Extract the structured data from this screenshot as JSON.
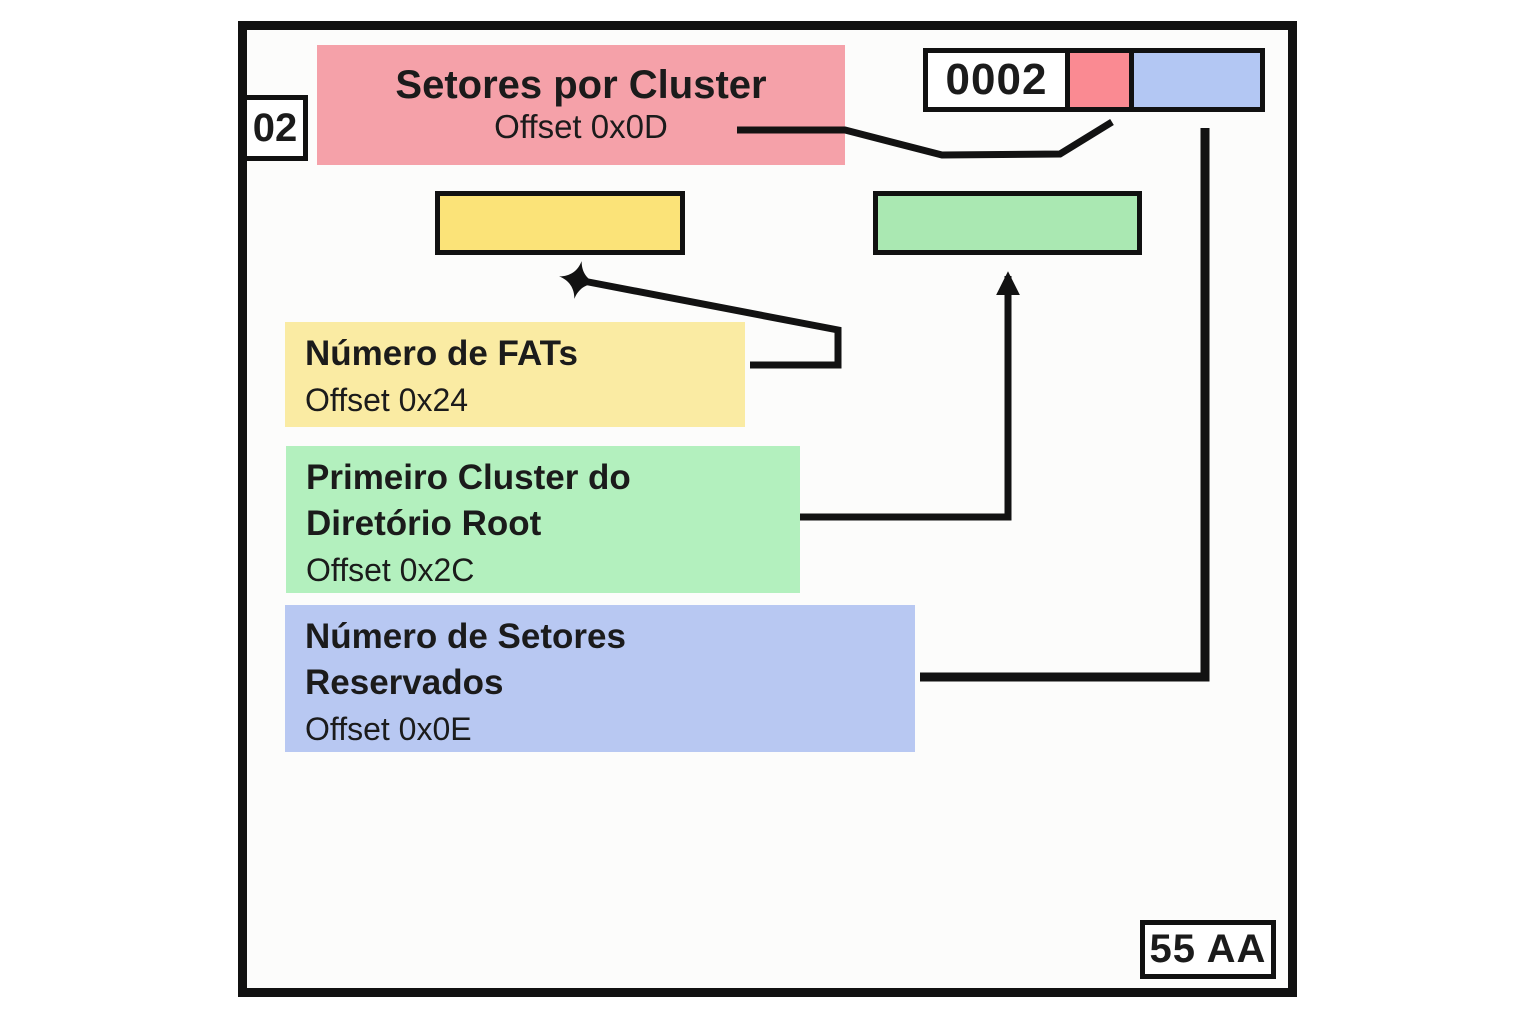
{
  "pink": {
    "title": "Setores por Cluster",
    "offset": "Offset 0x0D"
  },
  "left_badge": "02",
  "hex_value": "0002",
  "yellow": {
    "title": "Número de FATs",
    "offset": "Offset 0x24"
  },
  "green": {
    "line1": "Primeiro Cluster do",
    "line2": "Diretório Root",
    "offset": "Offset 0x2C"
  },
  "blue": {
    "line1": "Número de Setores",
    "line2": "Reservados",
    "offset": "Offset 0x0E"
  },
  "signature": "55 AA",
  "connectors": [
    {
      "from": "pink-label",
      "to": "red-cell"
    },
    {
      "from": "yellow-card",
      "to": "yellow-box",
      "arrowhead": "star"
    },
    {
      "from": "green-card",
      "to": "green-box",
      "arrowhead": "triangle"
    },
    {
      "from": "blue-card",
      "to": "blue-cell",
      "arrowhead": "none"
    }
  ],
  "colors": {
    "pink_label": "#F5A1A9",
    "red_cell": "#FA8A92",
    "blue_cell": "#B3C7F3",
    "yellow_box": "#FBE378",
    "yellow_label": "#FAEBA3",
    "green_box": "#AAE8B2",
    "green_label": "#B3F0BE",
    "blue_label": "#B8C8F2",
    "line": "#121212",
    "text": "#1B1B1B"
  }
}
